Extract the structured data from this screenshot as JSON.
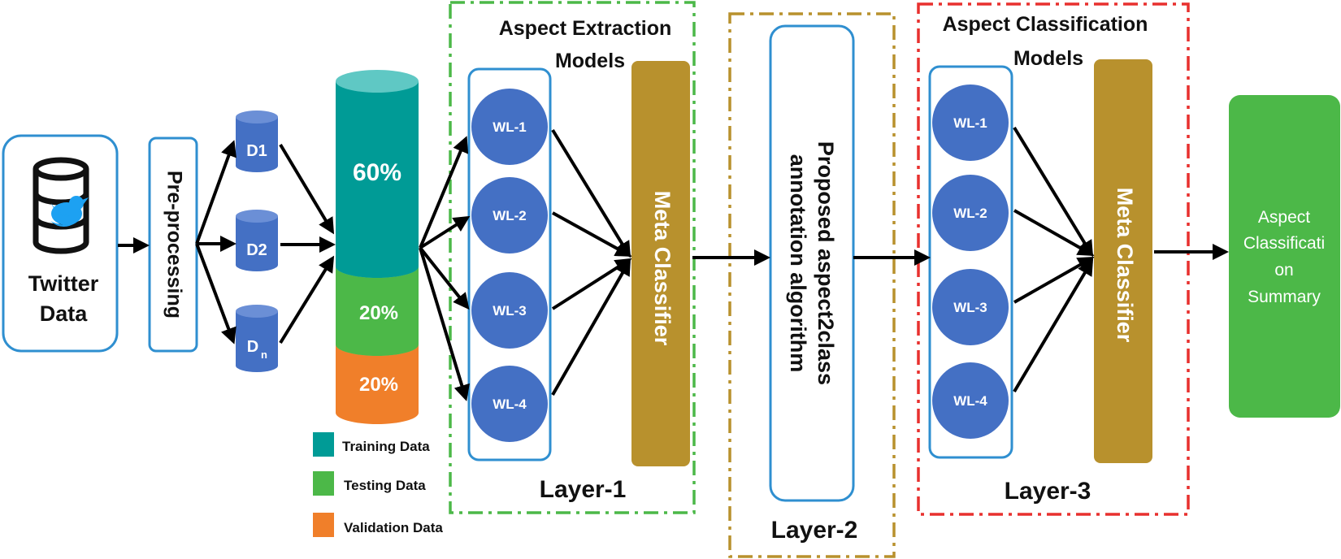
{
  "source": {
    "line1": "Twitter",
    "line2": "Data"
  },
  "preprocessing": "Pre-processing",
  "datasets": {
    "d1": "D1",
    "d2": "D2",
    "dn_main": "D",
    "dn_sub": "n"
  },
  "split": {
    "training": "60%",
    "testing": "20%",
    "validation": "20%"
  },
  "legend": {
    "training": "Training Data",
    "testing": "Testing Data",
    "validation": "Validation Data"
  },
  "layer1": {
    "title_line1": "Aspect Extraction",
    "title_line2": "Models",
    "learners": [
      "WL-1",
      "WL-2",
      "WL-3",
      "WL-4"
    ],
    "meta": "Meta Classifier",
    "label": "Layer-1"
  },
  "layer2": {
    "text_line1": "Proposed aspect2class",
    "text_line2": "annotation algorithm",
    "label": "Layer-2"
  },
  "layer3": {
    "title_line1": "Aspect Classification",
    "title_line2": "Models",
    "learners": [
      "WL-1",
      "WL-2",
      "WL-3",
      "WL-4"
    ],
    "meta": "Meta Classifier",
    "label": "Layer-3"
  },
  "output": {
    "line1": "Aspect",
    "line2": "Classificati",
    "line3": "on",
    "line4": "Summary"
  },
  "colors": {
    "training": "#009b96",
    "testing": "#4cb848",
    "validation": "#f07f2a",
    "learner": "#4470c4",
    "meta": "#b8912d",
    "output": "#4cb848",
    "box_border": "#2f8fd0",
    "layer1_border": "#4cb848",
    "layer2_border": "#b8912d",
    "layer3_border": "#e8302e",
    "twitter": "#1da1f2"
  }
}
